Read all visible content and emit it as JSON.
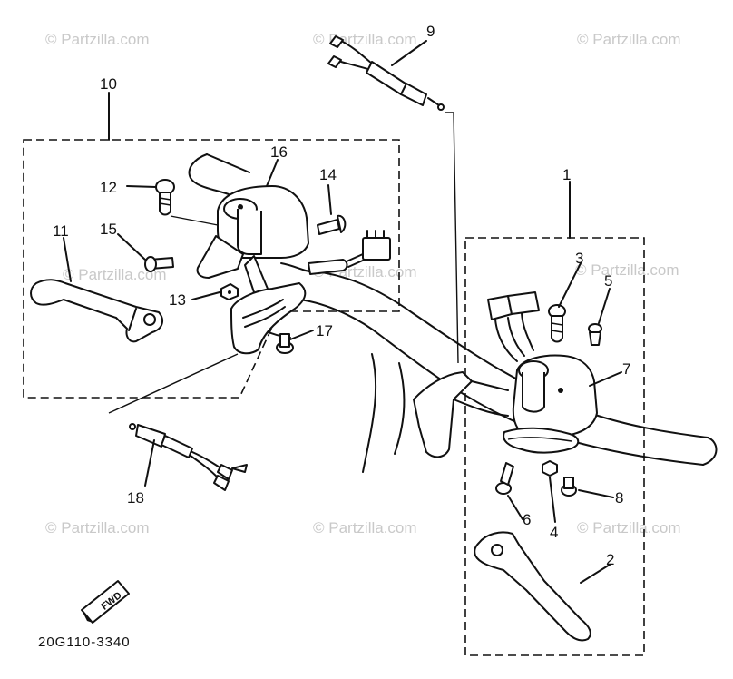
{
  "diagram": {
    "watermark": "© Partzilla.com",
    "part_code": "20G110-3340",
    "fwd_label": "FWD",
    "callouts": [
      "1",
      "2",
      "3",
      "4",
      "5",
      "6",
      "7",
      "8",
      "9",
      "10",
      "11",
      "12",
      "13",
      "14",
      "15",
      "16",
      "17",
      "18"
    ]
  }
}
